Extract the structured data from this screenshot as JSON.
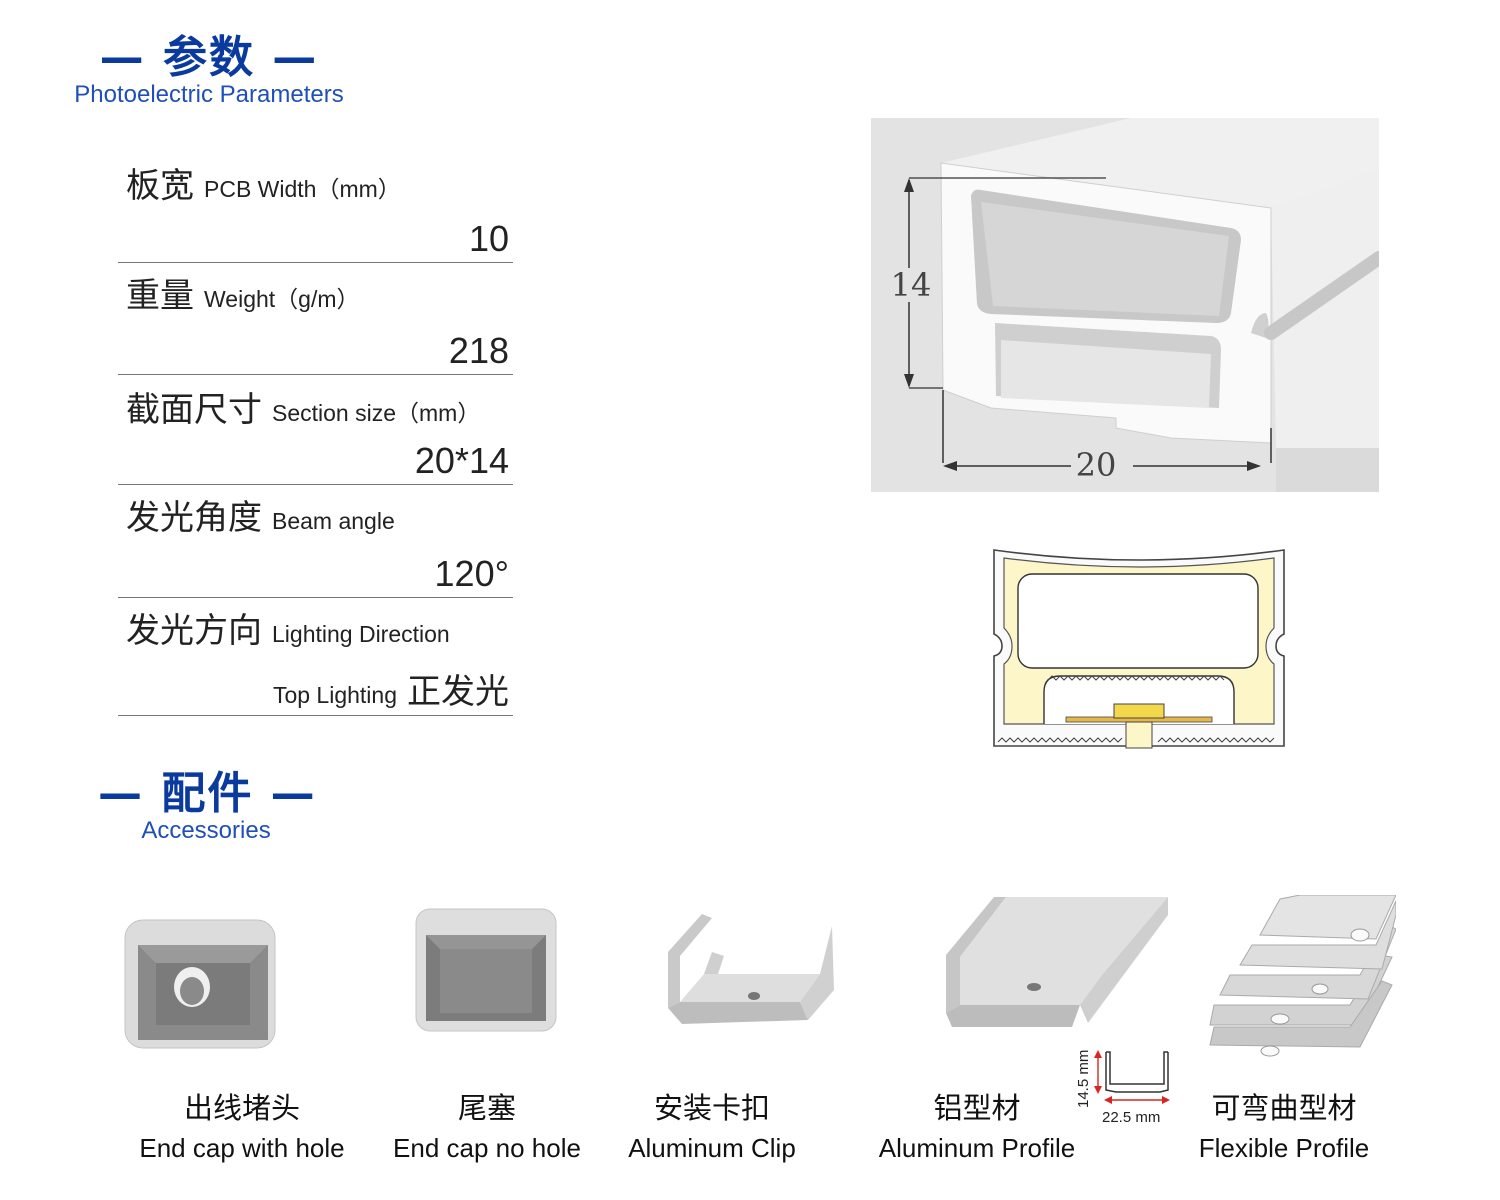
{
  "sections": {
    "params": {
      "cn": "— 参数 —",
      "en": "Photoelectric Parameters"
    },
    "accessories": {
      "cn": "— 配件 —",
      "en": "Accessories"
    }
  },
  "params": [
    {
      "cn": "板宽",
      "en": "PCB Width（mm）",
      "value": "10"
    },
    {
      "cn": "重量",
      "en": "Weight（g/m）",
      "value": "218"
    },
    {
      "cn": "截面尺寸",
      "en": "Section size（mm）",
      "value": "20*14"
    },
    {
      "cn": "发光角度",
      "en": "Beam angle",
      "value": "120°"
    },
    {
      "cn": "发光方向",
      "en": "Lighting Direction",
      "value_en": "Top Lighting",
      "value_cn": "正发光"
    }
  ],
  "diagram": {
    "height_label": "14",
    "width_label": "20"
  },
  "accessories": [
    {
      "cn": "出线堵头",
      "en": "End cap with hole"
    },
    {
      "cn": "尾塞",
      "en": "End cap no hole"
    },
    {
      "cn": "安装卡扣",
      "en": "Aluminum Clip"
    },
    {
      "cn": "铝型材",
      "en": "Aluminum Profile"
    },
    {
      "cn": "可弯曲型材",
      "en": "Flexible Profile"
    }
  ],
  "profile_dims": {
    "height": "14.5 mm",
    "width": "22.5 mm"
  },
  "colors": {
    "heading": "#0b3a9e",
    "subheading": "#1f4fb8",
    "glow": "#fdf6c8",
    "led": "#f2d84a"
  }
}
